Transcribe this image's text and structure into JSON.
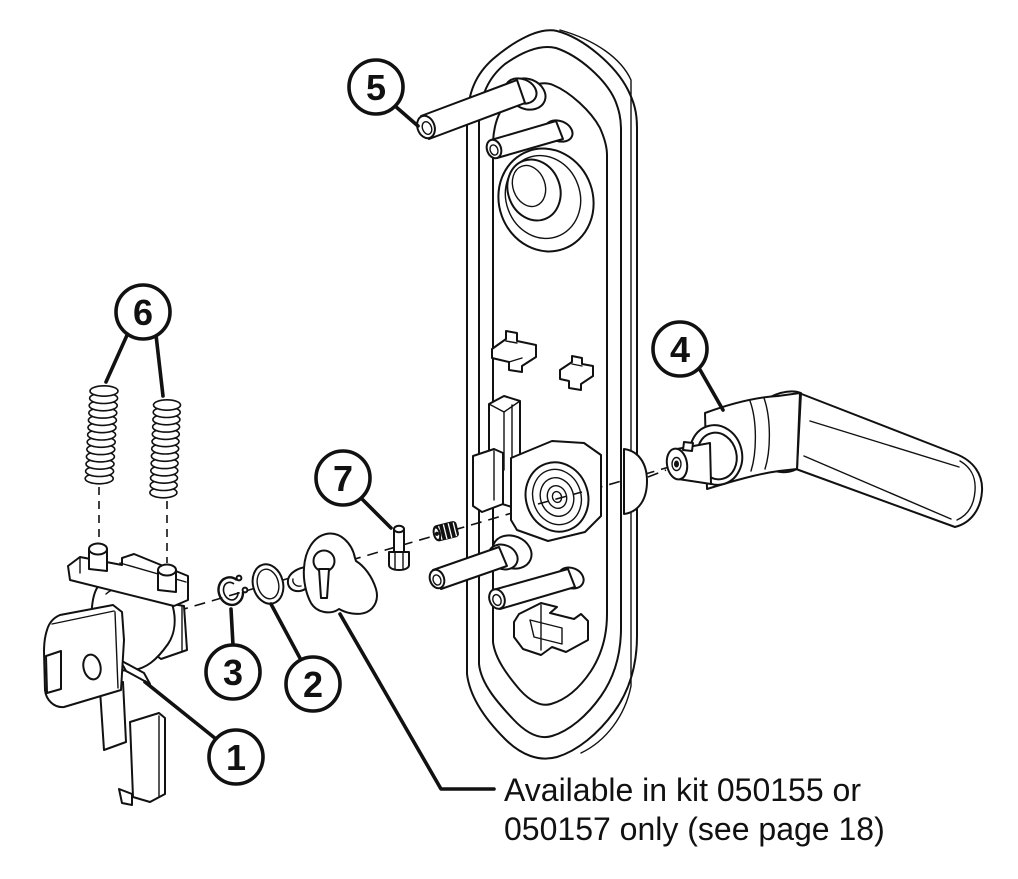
{
  "figure": {
    "type": "exploded-parts-diagram",
    "background_color": "#ffffff",
    "line_color": "#111111",
    "callouts": [
      {
        "label": "1"
      },
      {
        "label": "2"
      },
      {
        "label": "3"
      },
      {
        "label": "4"
      },
      {
        "label": "5"
      },
      {
        "label": "6"
      },
      {
        "label": "7"
      }
    ],
    "note_lines": [
      "Available in kit 050155 or",
      "050157 only (see page 18)"
    ]
  }
}
